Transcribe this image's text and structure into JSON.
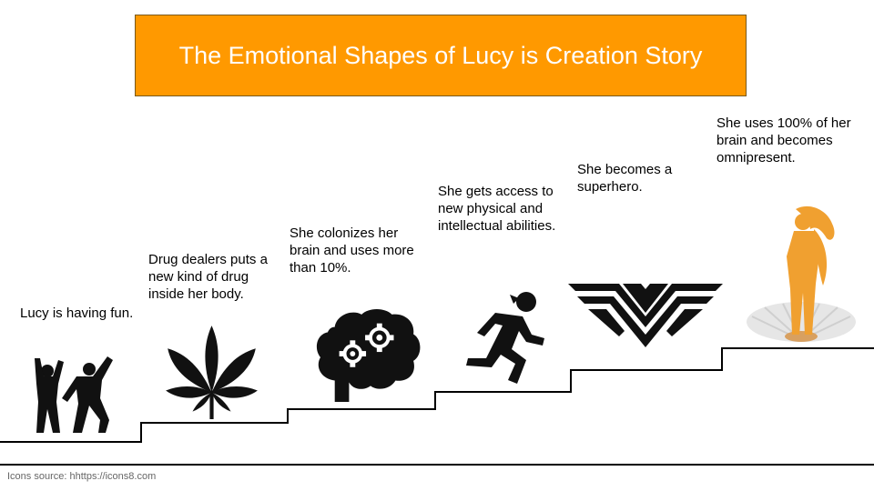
{
  "title": "The Emotional Shapes of Lucy is Creation Story",
  "colors": {
    "title_bg": "#ff9900",
    "title_text": "#ffffff",
    "line": "#000000",
    "icon": "#111111",
    "venus": "#f0a030"
  },
  "steps": [
    {
      "caption": "Lucy is having fun.",
      "icon": "dancing-people-icon"
    },
    {
      "caption": "Drug dealers puts a new kind of drug inside her body.",
      "icon": "cannabis-leaf-icon"
    },
    {
      "caption": "She colonizes her brain and uses more than 10%.",
      "icon": "brain-gears-icon"
    },
    {
      "caption": "She gets access to new physical and intellectual abilities.",
      "icon": "running-person-icon"
    },
    {
      "caption": "She becomes a superhero.",
      "icon": "wonder-woman-logo-icon"
    },
    {
      "caption": "She uses 100% of her brain and becomes omnipresent.",
      "icon": "birth-of-venus-icon"
    }
  ],
  "footer": {
    "source": "Icons source: hhttps://icons8.com"
  }
}
